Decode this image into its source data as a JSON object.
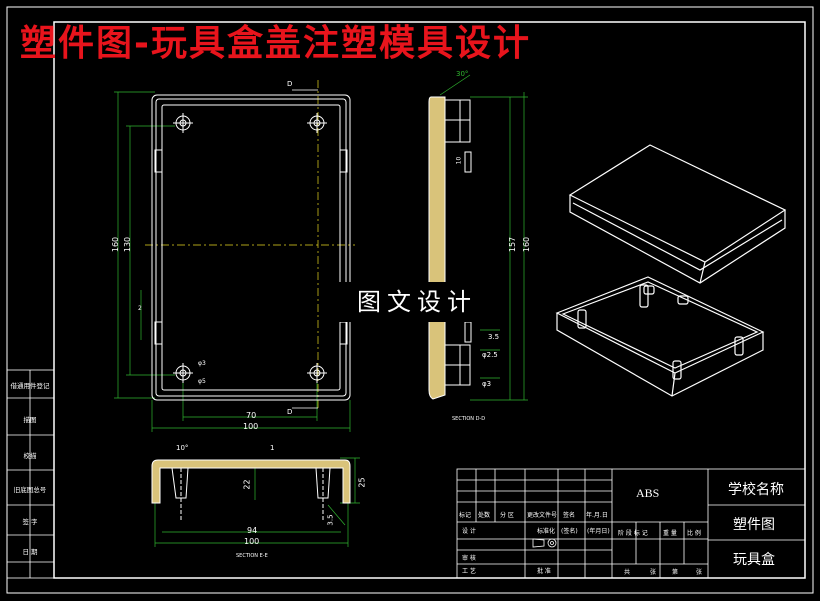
{
  "title_banner": "塑件图-玩具盒盖注塑模具设计",
  "watermark": "图文设计",
  "side_panel": [
    "借通用件登记",
    "描图",
    "校描",
    "旧底图总号",
    "签 字",
    "日 期"
  ],
  "front_view": {
    "dim_width": "100",
    "dim_inner": "70",
    "dim_height_outer": "160",
    "dim_height_inner": "130",
    "section_mark": "D",
    "small_dims": [
      "2",
      "φ3",
      "φ5"
    ]
  },
  "side_section": {
    "caption": "SECTION D-D",
    "dim_height_outer": "160",
    "dim_height_inner": "157",
    "small_dims": [
      "30°",
      "10",
      "3.5",
      "φ2.5",
      "φ3"
    ]
  },
  "bottom_section": {
    "caption": "SECTION E-E",
    "dim_width": "100",
    "dim_inner": "94",
    "dim_height": "25",
    "dim_inner_height": "22",
    "small_dims": [
      "10°",
      "1",
      "3.5"
    ]
  },
  "title_block": {
    "material": "ABS",
    "school": "学校名称",
    "drawing_type": "塑件图",
    "part_name": "玩具盒",
    "rev_headers": [
      "标记",
      "处数",
      "分 区",
      "更改文件号",
      "签名",
      "年.月.日"
    ],
    "sign_rows": [
      "设 计",
      "审 核",
      "工 艺"
    ],
    "standard_label": "标准化",
    "signature_label": "(签名)",
    "date_label": "(年月日)",
    "approve_label": "批 准",
    "stage_headers": [
      "阶 段 标 记",
      "重 量",
      "比 例"
    ],
    "sheet_labels": [
      "共",
      "张",
      "第",
      "张"
    ]
  }
}
